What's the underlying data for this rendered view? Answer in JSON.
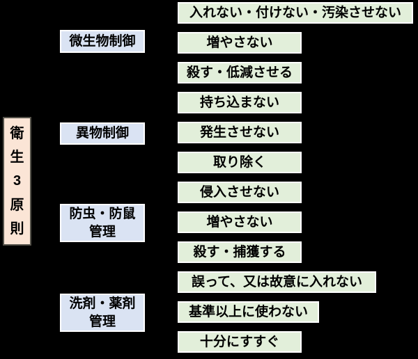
{
  "diagram": {
    "title": "衛生3原則",
    "groups": [
      {
        "category": "微生物制御",
        "actions": [
          "入れない・付けない・汚染させない",
          "増やさない",
          "殺す・低減させる"
        ]
      },
      {
        "category": "異物制御",
        "actions": [
          "持ち込まない",
          "発生させない",
          "取り除く"
        ]
      },
      {
        "category": "防虫・防鼠\n管理",
        "actions": [
          "侵入させない",
          "増やさない",
          "殺す・捕獲する"
        ]
      },
      {
        "category": "洗剤・薬剤\n管理",
        "actions": [
          "誤って、又は故意に入れない",
          "基準以上に使わない",
          "十分にすすぐ"
        ]
      }
    ],
    "colors": {
      "background": "#000000",
      "title_fill": "#FBE5D6",
      "title_border": "#55524a",
      "category_fill": "#DAE3F3",
      "action_fill": "#E2EFDA",
      "box_border": "#FFFFFF",
      "text": "#000000"
    }
  }
}
